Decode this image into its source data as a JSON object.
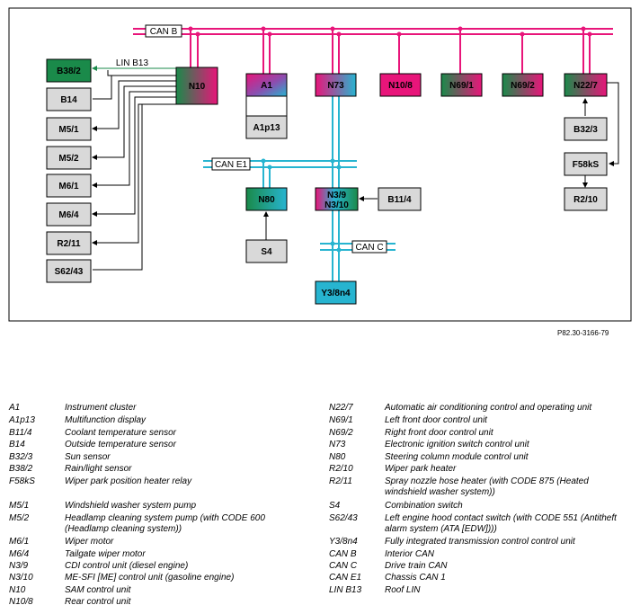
{
  "diagram": {
    "buses": {
      "can_b": "CAN B",
      "can_e1": "CAN E1",
      "can_c": "CAN C",
      "lin_b13": "LIN B13"
    },
    "units": {
      "B38_2": "B38/2",
      "B14": "B14",
      "M5_1": "M5/1",
      "M5_2": "M5/2",
      "M6_1": "M6/1",
      "M6_4": "M6/4",
      "R2_11": "R2/11",
      "S62_43": "S62/43",
      "N10": "N10",
      "A1": "A1",
      "A1p13": "A1p13",
      "N73": "N73",
      "N10_8": "N10/8",
      "N69_1": "N69/1",
      "N69_2": "N69/2",
      "N22_7": "N22/7",
      "B32_3": "B32/3",
      "F58kS": "F58kS",
      "R2_10": "R2/10",
      "N80": "N80",
      "S4": "S4",
      "N3_9": "N3/9",
      "N3_10": "N3/10",
      "B11_4": "B11/4",
      "Y3_8n4": "Y3/8n4"
    },
    "colors": {
      "can_b": "#e8157a",
      "can_e1": "#27b4d0",
      "green": "#1a8a4a",
      "magenta": "#e8157a",
      "cyan": "#27b4d0",
      "purple": "#7b3fa0",
      "grey_box": "#d9d9d9"
    }
  },
  "reference": "P82.30-3166-79",
  "legend": {
    "left": [
      {
        "code": "A1",
        "desc": "Instrument cluster"
      },
      {
        "code": "A1p13",
        "desc": "Multifunction display"
      },
      {
        "code": "B11/4",
        "desc": "Coolant temperature sensor"
      },
      {
        "code": "B14",
        "desc": "Outside temperature sensor"
      },
      {
        "code": "B32/3",
        "desc": "Sun sensor"
      },
      {
        "code": "B38/2",
        "desc": "Rain/light sensor"
      },
      {
        "code": "F58kS",
        "desc": "Wiper park position heater relay"
      },
      {
        "code": "M5/1",
        "desc": "Windshield washer system pump"
      },
      {
        "code": "M5/2",
        "desc": "Headlamp cleaning system pump (with CODE 600 (Headlamp cleaning system))"
      },
      {
        "code": "M6/1",
        "desc": "Wiper motor"
      },
      {
        "code": "M6/4",
        "desc": "Tailgate wiper motor"
      },
      {
        "code": "N3/9",
        "desc": "CDI control unit (diesel engine)"
      },
      {
        "code": "N3/10",
        "desc": "ME-SFI [ME] control unit (gasoline engine)"
      },
      {
        "code": "N10",
        "desc": "SAM control unit"
      },
      {
        "code": "N10/8",
        "desc": "Rear control unit"
      }
    ],
    "right": [
      {
        "code": "N22/7",
        "desc": "Automatic air conditioning control and operating unit"
      },
      {
        "code": "N69/1",
        "desc": "Left front door control unit"
      },
      {
        "code": "N69/2",
        "desc": "Right front door control unit"
      },
      {
        "code": "N73",
        "desc": "Electronic ignition switch control unit"
      },
      {
        "code": "N80",
        "desc": "Steering column module control unit"
      },
      {
        "code": "R2/10",
        "desc": "Wiper park heater"
      },
      {
        "code": "R2/11",
        "desc": "Spray nozzle hose heater (with CODE 875 (Heated windshield washer system))"
      },
      {
        "code": "S4",
        "desc": "Combination switch"
      },
      {
        "code": "S62/43",
        "desc": "Left engine hood contact switch (with CODE 551 (Antitheft alarm system (ATA [EDW])))"
      },
      {
        "code": "Y3/8n4",
        "desc": "Fully integrated transmission control control unit"
      },
      {
        "code": "CAN B",
        "desc": "Interior CAN"
      },
      {
        "code": "CAN C",
        "desc": "Drive train CAN"
      },
      {
        "code": "CAN E1",
        "desc": "Chassis CAN 1"
      },
      {
        "code": "LIN B13",
        "desc": "Roof LIN"
      }
    ]
  }
}
